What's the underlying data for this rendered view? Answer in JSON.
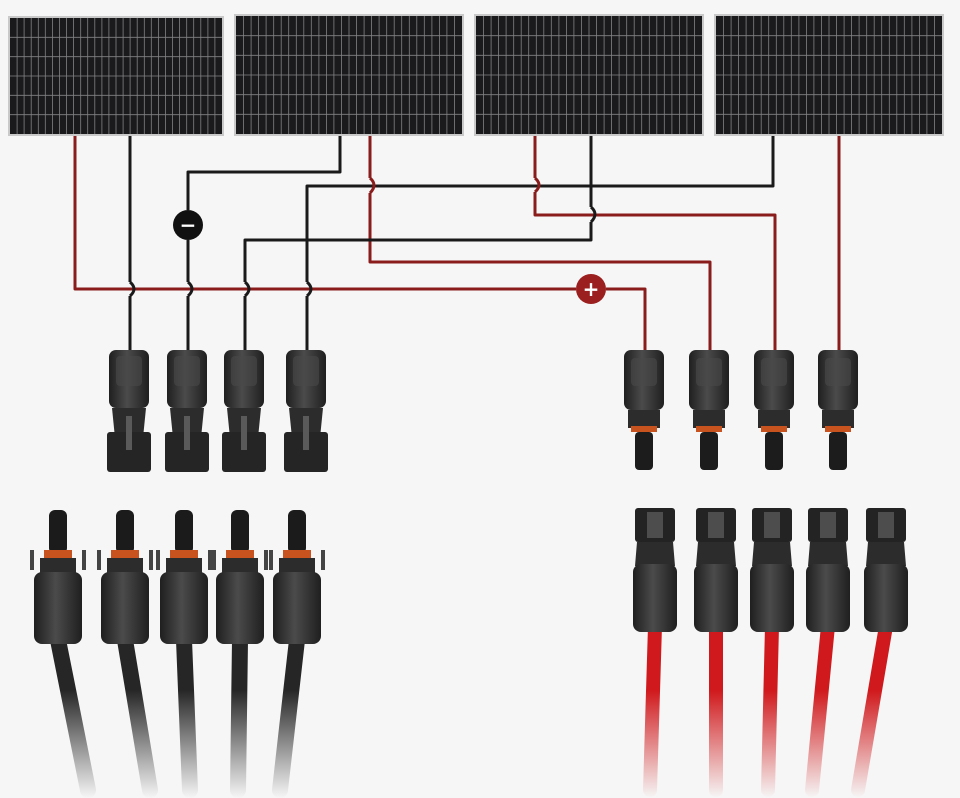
{
  "colors": {
    "background": "#f6f6f6",
    "panel_frame": "#c9c9c9",
    "panel_cell": "#1a1a1d",
    "panel_grid": "#d8d8d8",
    "wire_negative": "#1a1a1a",
    "wire_positive": "#8b1c1c",
    "connector_body": "#2c2c2c",
    "connector_highlight": "#4a4a4a",
    "cable_black": "#262626",
    "cable_red": "#d0191c",
    "orange_seal": "#c8531e"
  },
  "diagram": {
    "panels": [
      "panel-1",
      "panel-2",
      "panel-3",
      "panel-4"
    ],
    "negative_marker": "−",
    "positive_marker": "+",
    "branch_connectors": {
      "left_count": 4,
      "right_count": 4
    },
    "loose_connectors": {
      "black_count": 5,
      "red_count": 5
    },
    "icons": {
      "negative": "minus-circle-icon",
      "positive": "plus-circle-icon"
    }
  }
}
